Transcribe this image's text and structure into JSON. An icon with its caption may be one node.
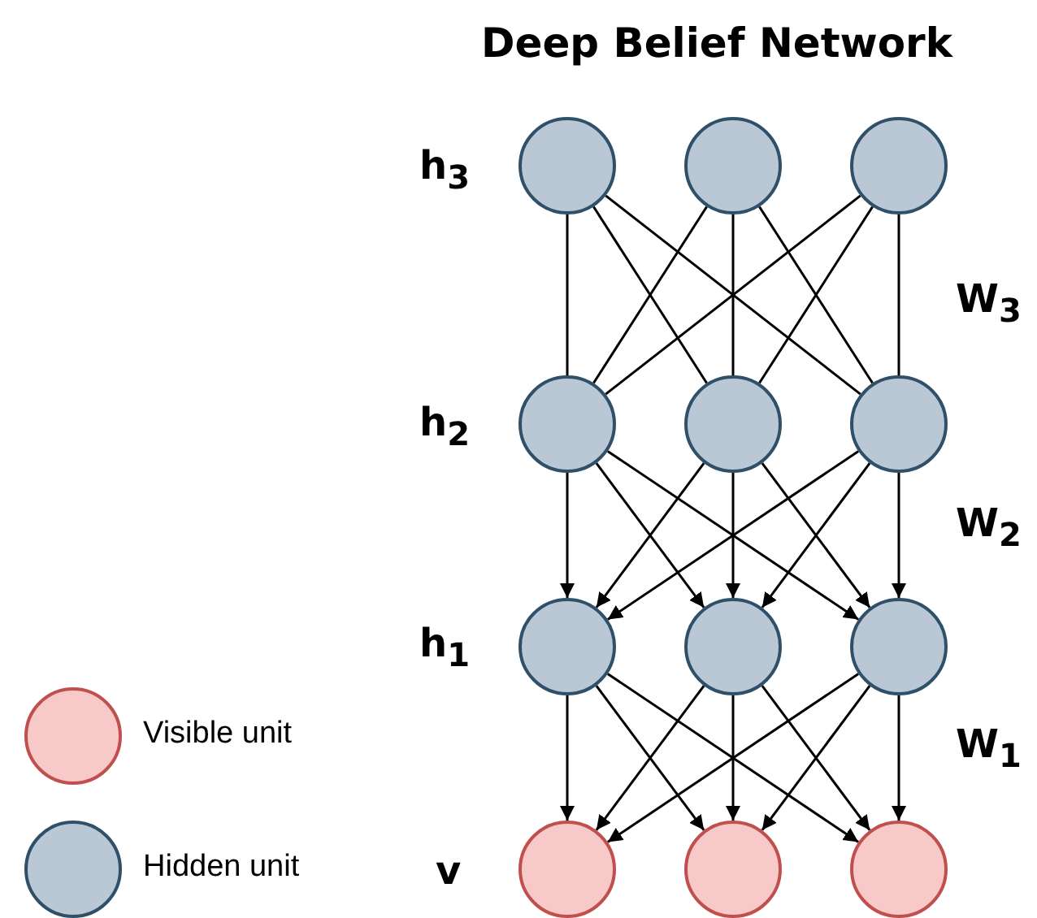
{
  "diagram": {
    "title": "Deep Belief Network",
    "nodes": [
      {
        "text": [],
        "shape": "circle"
      },
      {
        "text": [],
        "shape": "circle"
      },
      {
        "text": [],
        "shape": "circle"
      },
      {
        "text": [],
        "shape": "circle"
      },
      {
        "text": [],
        "shape": "circle"
      },
      {
        "text": [],
        "shape": "circle"
      },
      {
        "text": [],
        "shape": "circle"
      },
      {
        "text": [],
        "shape": "circle"
      },
      {
        "text": [],
        "shape": "circle"
      },
      {
        "text": [],
        "shape": "circle"
      },
      {
        "text": [],
        "shape": "circle"
      },
      {
        "text": [],
        "shape": "circle"
      }
    ],
    "edges": [
      {
        "from": 0,
        "to": 3,
        "arrow": "none"
      },
      {
        "from": 0,
        "to": 4,
        "arrow": "none"
      },
      {
        "from": 0,
        "to": 5,
        "arrow": "none"
      },
      {
        "from": 1,
        "to": 3,
        "arrow": "none"
      },
      {
        "from": 1,
        "to": 4,
        "arrow": "none"
      },
      {
        "from": 1,
        "to": 5,
        "arrow": "none"
      },
      {
        "from": 2,
        "to": 3,
        "arrow": "none"
      },
      {
        "from": 2,
        "to": 4,
        "arrow": "none"
      },
      {
        "from": 2,
        "to": 5,
        "arrow": "none"
      },
      {
        "from": 3,
        "to": 6,
        "arrow": "to"
      },
      {
        "from": 3,
        "to": 7,
        "arrow": "to"
      },
      {
        "from": 3,
        "to": 8,
        "arrow": "to"
      },
      {
        "from": 4,
        "to": 6,
        "arrow": "to"
      },
      {
        "from": 4,
        "to": 7,
        "arrow": "to"
      },
      {
        "from": 4,
        "to": 8,
        "arrow": "to"
      },
      {
        "from": 5,
        "to": 6,
        "arrow": "to"
      },
      {
        "from": 5,
        "to": 7,
        "arrow": "to"
      },
      {
        "from": 5,
        "to": 8,
        "arrow": "to"
      },
      {
        "from": 6,
        "to": 9,
        "arrow": "to"
      },
      {
        "from": 6,
        "to": 10,
        "arrow": "to"
      },
      {
        "from": 6,
        "to": 11,
        "arrow": "to"
      },
      {
        "from": 7,
        "to": 9,
        "arrow": "to"
      },
      {
        "from": 7,
        "to": 10,
        "arrow": "to"
      },
      {
        "from": 7,
        "to": 11,
        "arrow": "to"
      },
      {
        "from": 8,
        "to": 9,
        "arrow": "to"
      },
      {
        "from": 8,
        "to": 10,
        "arrow": "to"
      },
      {
        "from": 8,
        "to": 11,
        "arrow": "to"
      }
    ],
    "labels": [
      "h$_{3}$",
      "W$_{3}$",
      "h$_{2}$",
      "W$_{2}$",
      "h$_{1}$",
      "W$_{1}$",
      "v"
    ],
    "legend": [
      {
        "text": "Visible unit",
        "color": "#f8c9c9"
      },
      {
        "text": "Hidden unit",
        "color": "#b9c8d4"
      }
    ]
  }
}
